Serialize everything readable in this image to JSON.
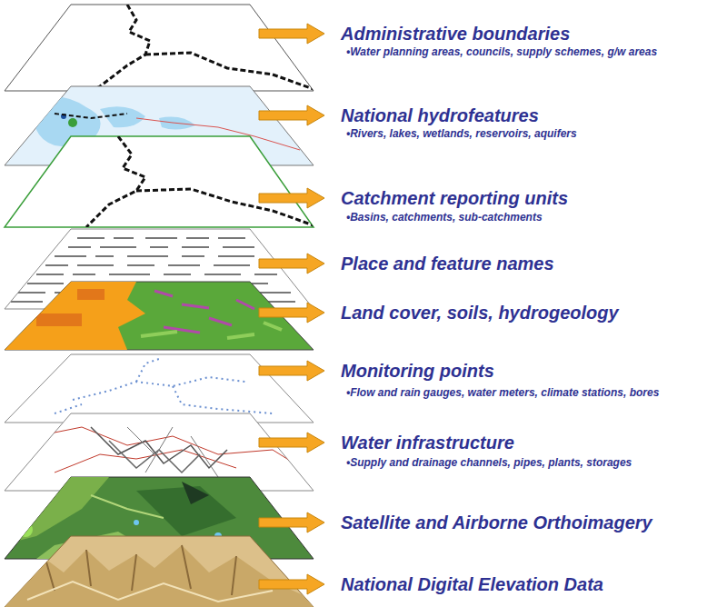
{
  "diagram": {
    "labels": [
      "Administrative boundaries",
      "•Water planning areas, councils, supply schemes, g/w areas",
      "National hydrofeatures",
      "•Rivers, lakes, wetlands, reservoirs, aquifers",
      "Catchment reporting units",
      "•Basins, catchments, sub-catchments",
      "Place and feature names",
      "Land cover, soils, hydrogeology",
      "Monitoring points",
      "•Flow and rain gauges, water meters, climate stations, bores",
      "Water infrastructure",
      "•Supply and drainage channels, pipes, plants, storages",
      "Satellite and Airborne Orthoimagery",
      "National Digital Elevation Data"
    ]
  }
}
